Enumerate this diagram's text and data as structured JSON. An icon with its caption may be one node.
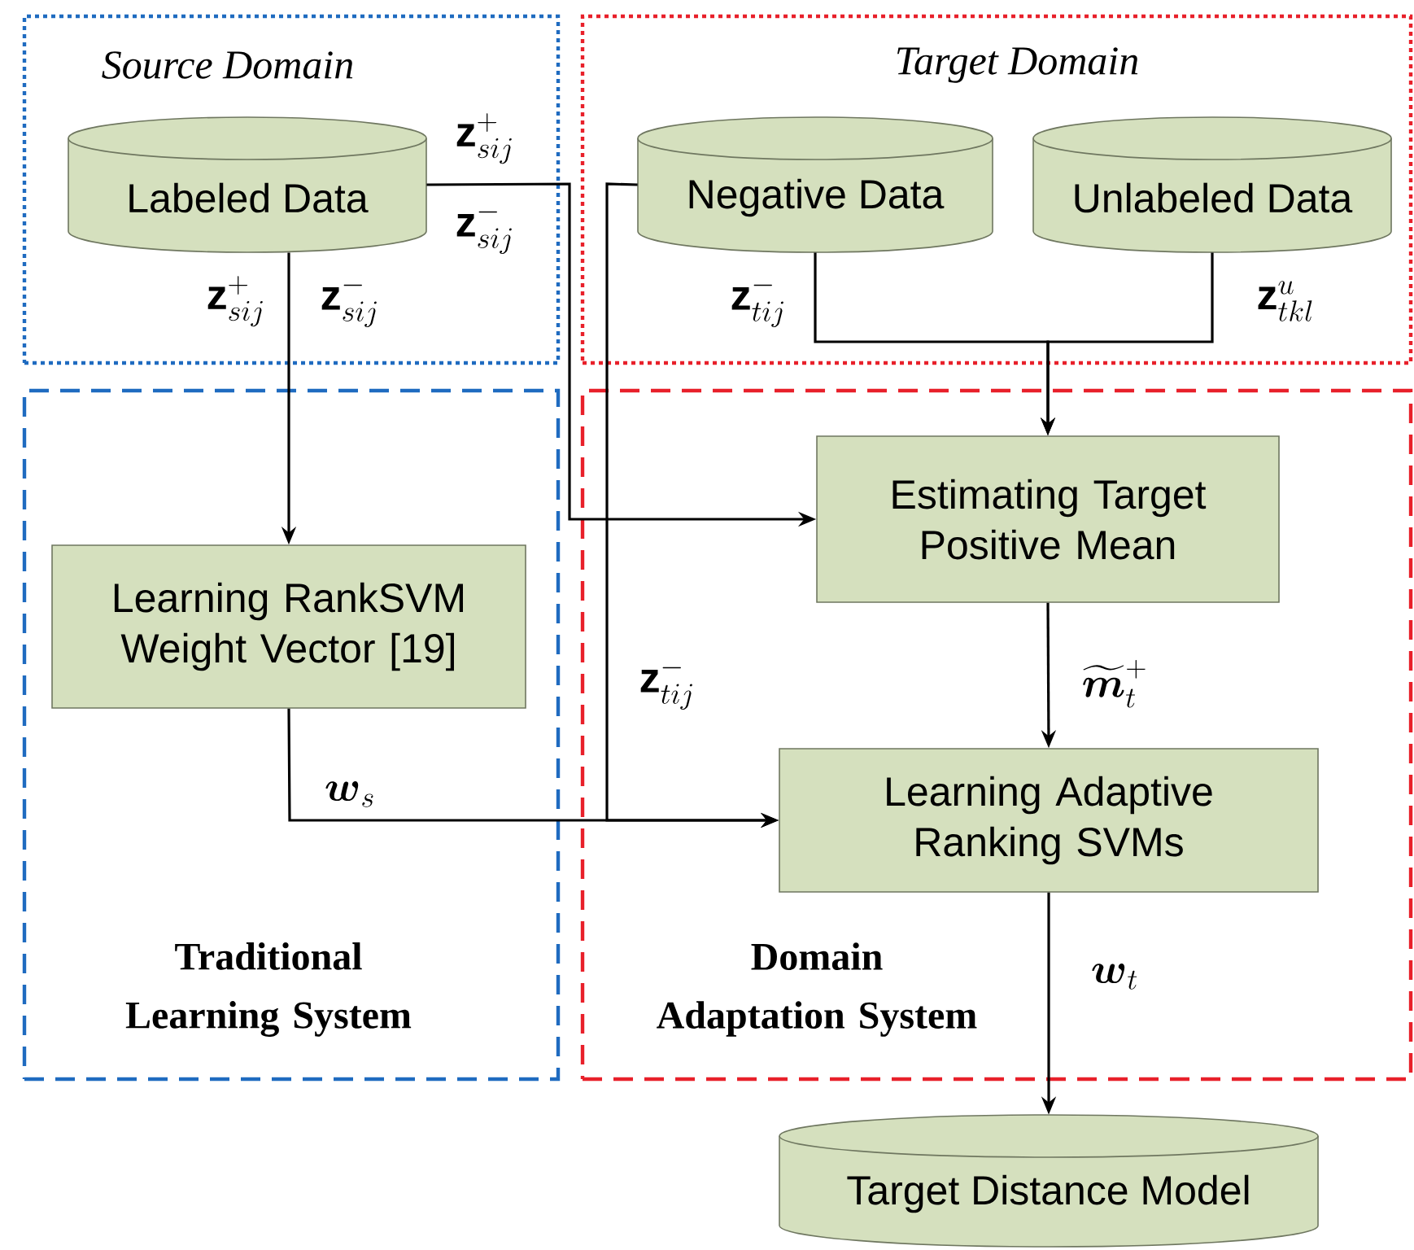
{
  "diagram": {
    "nodes": [
      {
        "text": [
          "Source Domain"
        ]
      },
      {
        "text": [
          "Labeled Data"
        ],
        "in": 0
      },
      {
        "text": [
          "Target Domain"
        ]
      },
      {
        "text": [
          "Negative Data"
        ],
        "in": 2
      },
      {
        "text": [
          "Unlabeled Data"
        ],
        "in": 2
      },
      {
        "text": [
          "Traditional Learning System"
        ]
      },
      {
        "text": [
          "Learning RankSVM Weight Vector [19]"
        ],
        "in": 5
      },
      {
        "text": [
          "Domain Adaptation System"
        ]
      },
      {
        "text": [
          "Estimating Target Positive Mean"
        ],
        "in": 7
      },
      {
        "text": [
          "Learning Adaptive Ranking SVMs"
        ],
        "in": 7
      },
      {
        "text": [
          "Target Distance Model"
        ]
      }
    ],
    "edges": [
      {
        "from": 1,
        "to": 6,
        "arrow": "to"
      },
      {
        "from": 1,
        "to": 8,
        "arrow": "to"
      },
      {
        "from": 3,
        "to": 8,
        "arrow": "to",
        "label": "\\mathbf{z}_{tij}^{-}"
      },
      {
        "from": 4,
        "to": 8,
        "arrow": "to",
        "label": "\\mathbf{z}_{tkl}^{u}"
      },
      {
        "from": 3,
        "to": 9,
        "arrow": "to",
        "label": "\\mathbf{z}_{tij}^{-}"
      },
      {
        "from": 6,
        "to": 9,
        "arrow": "to",
        "label": "\\boldsymbol{w}_{s}"
      },
      {
        "from": 8,
        "to": 9,
        "arrow": "to",
        "label": "\\widetilde{\\boldsymbol{m}}_{t}^{+}"
      },
      {
        "from": 9,
        "to": 10,
        "arrow": "to",
        "label": "\\boldsymbol{w}_{t}"
      }
    ],
    "labels": [
      "\\mathbf{z}_{sij}^{+}",
      "\\mathbf{z}_{sij}^{-}",
      "\\mathbf{z}_{sij}^{+}",
      "\\mathbf{z}_{sij}^{-}"
    ]
  }
}
